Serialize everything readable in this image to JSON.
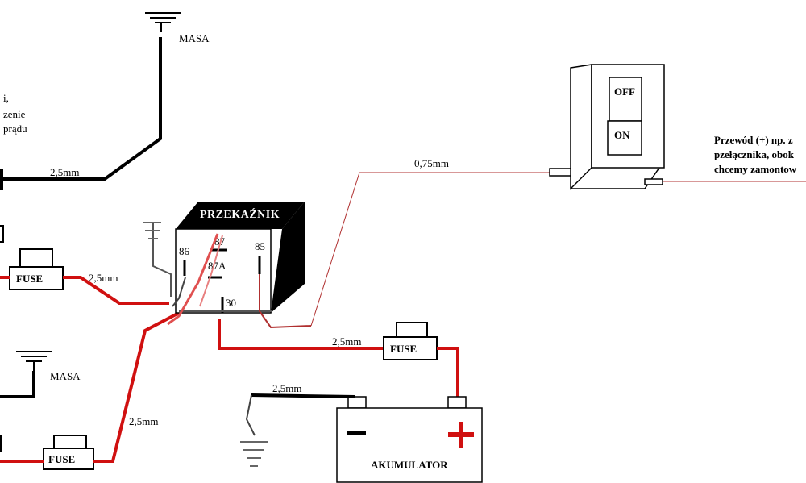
{
  "labels": {
    "masa_top": "MASA",
    "masa_left": "MASA",
    "note_left_1": "i,",
    "note_left_2": "zenie",
    "note_left_3": "prądu",
    "wire_top": "2,5mm",
    "wire_fuse1": "2,5mm",
    "wire_fuse2": "2,5mm",
    "wire_fuse3": "2,5mm",
    "wire_battery_neg": "2,5mm",
    "wire_switch": "0,75mm",
    "fuse1": "FUSE",
    "fuse2": "FUSE",
    "fuse3": "FUSE",
    "relay_title": "PRZEKAŹNIK",
    "pin86": "86",
    "pin87": "87",
    "pin87a": "87A",
    "pin85": "85",
    "pin30": "30",
    "switch_off": "OFF",
    "switch_on": "ON",
    "battery": "AKUMULATOR",
    "note_right_1": "Przewód (+) np. z",
    "note_right_2": "pzełącznika, obok",
    "note_right_3": "chcemy zamontow"
  },
  "colors": {
    "wire_main": "#000000",
    "wire_positive": "#d01010",
    "wire_signal": "#b03030",
    "relay_body": "#000000"
  }
}
